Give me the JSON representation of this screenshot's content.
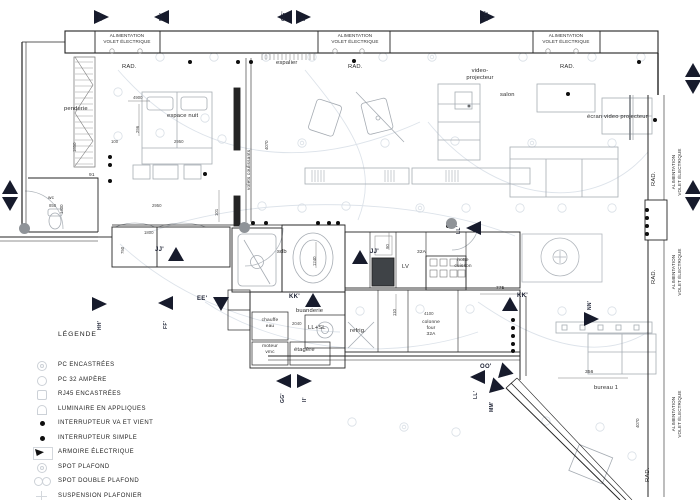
{
  "colors": {
    "wall": "#242424",
    "marker": "#171b2c",
    "furniture": "#a6acb3",
    "faint": "#dbe1e8"
  },
  "labels": {
    "alim1": "ALIMENTATION",
    "alim2": "VOLET ÉLECTRIQUE",
    "rad": "RAD.",
    "espalier": "espalier",
    "penderie": "penderie",
    "espace_nuit": "espace nuit",
    "volets": "volets coulissants",
    "wc": "wc",
    "sdb": "sdb",
    "video1": "video-",
    "video2": "projecteur",
    "salon": "salon",
    "ecran": "écran video projecteur",
    "buanderie": "buanderie",
    "chauffe1": "chauffe",
    "chauffe2": "eau",
    "moteur1": "moteur",
    "moteur2": "vmc",
    "etagere": "étagère",
    "llsl": "LL+SL",
    "refrig": "refrig.",
    "colonne1": "colonne",
    "colonne2": "four",
    "colonne3": "32A",
    "lv": "LV",
    "amp32": "32A",
    "hotte1": "hotte",
    "hotte2": "cuisson",
    "bureau": "bureau 1"
  },
  "dims": {
    "d4900": "4900",
    "d296": "296",
    "d2950": "2950",
    "d100": "100",
    "d1850": "1850",
    "d91": "91",
    "d850": "850",
    "d1400": "1400",
    "d101": "101",
    "d2950b": "2950",
    "d1800": "1800",
    "d750": "750",
    "d1240": "1240",
    "d4070": "4070",
    "d90": "90",
    "d110": "110",
    "d4100": "4100",
    "d2040": "2040",
    "d775": "775",
    "d356": "356"
  },
  "sections": {
    "hh": "HH'",
    "ff": "FF'",
    "gg": "GG'",
    "ii": "II'",
    "ee": "EE'",
    "jj": "JJ'",
    "kk": "KK'",
    "ll": "LL'",
    "mm": "MM'",
    "nn": "NN'",
    "oo": "OO'"
  },
  "legend": {
    "title": "LÉGENDE",
    "items": [
      {
        "id": "pc-socket-icon",
        "label": "PC ENCASTRÉES"
      },
      {
        "id": "pc-32a-icon",
        "label": "PC 32 AMPÈRE"
      },
      {
        "id": "rj45-icon",
        "label": "RJ45 ENCASTRÉES"
      },
      {
        "id": "wall-light-icon",
        "label": "LUMINAIRE EN APPLIQUES"
      },
      {
        "id": "switch-two-way-icon",
        "label": "INTERRUPTEUR VA ET VIENT"
      },
      {
        "id": "switch-simple-icon",
        "label": "INTERRUPTEUR SIMPLE"
      },
      {
        "id": "electric-cabinet-icon",
        "label": "ARMOIRE ÉLECTRIQUE"
      },
      {
        "id": "ceiling-spot-icon",
        "label": "SPOT PLAFOND"
      },
      {
        "id": "double-ceiling-spot-icon",
        "label": "SPOT DOUBLE PLAFOND"
      },
      {
        "id": "pendant-light-icon",
        "label": "SUSPENSION PLAFONIER"
      }
    ]
  }
}
